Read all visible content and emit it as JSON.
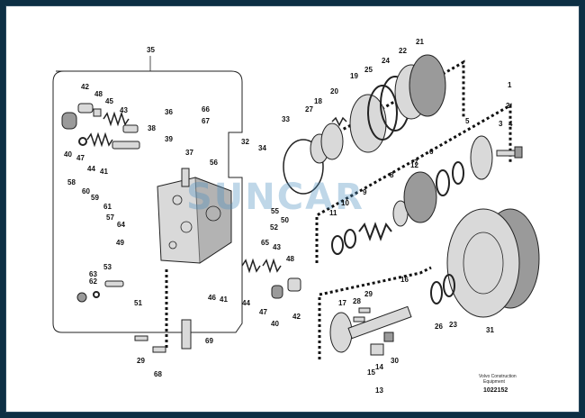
{
  "watermark": "SUNCAR",
  "footer": {
    "brand_line1": "Volvo Construction",
    "brand_line2": "Equipment",
    "drawing_no": "1022152"
  },
  "callouts": [
    "35",
    "42",
    "48",
    "45",
    "43",
    "36",
    "66",
    "67",
    "40",
    "47",
    "44",
    "41",
    "38",
    "39",
    "37",
    "32",
    "34",
    "56",
    "58",
    "60",
    "59",
    "61",
    "57",
    "64",
    "49",
    "55",
    "50",
    "52",
    "65",
    "43",
    "48",
    "53",
    "63",
    "62",
    "51",
    "41",
    "46",
    "44",
    "47",
    "40",
    "42",
    "69",
    "29",
    "68",
    "33",
    "27",
    "18",
    "20",
    "19",
    "25",
    "24",
    "22",
    "21",
    "1",
    "2",
    "3",
    "4",
    "5",
    "6",
    "12",
    "11",
    "10",
    "9",
    "8",
    "7",
    "16",
    "17",
    "28",
    "29",
    "26",
    "23",
    "31",
    "15",
    "14",
    "30",
    "13"
  ]
}
